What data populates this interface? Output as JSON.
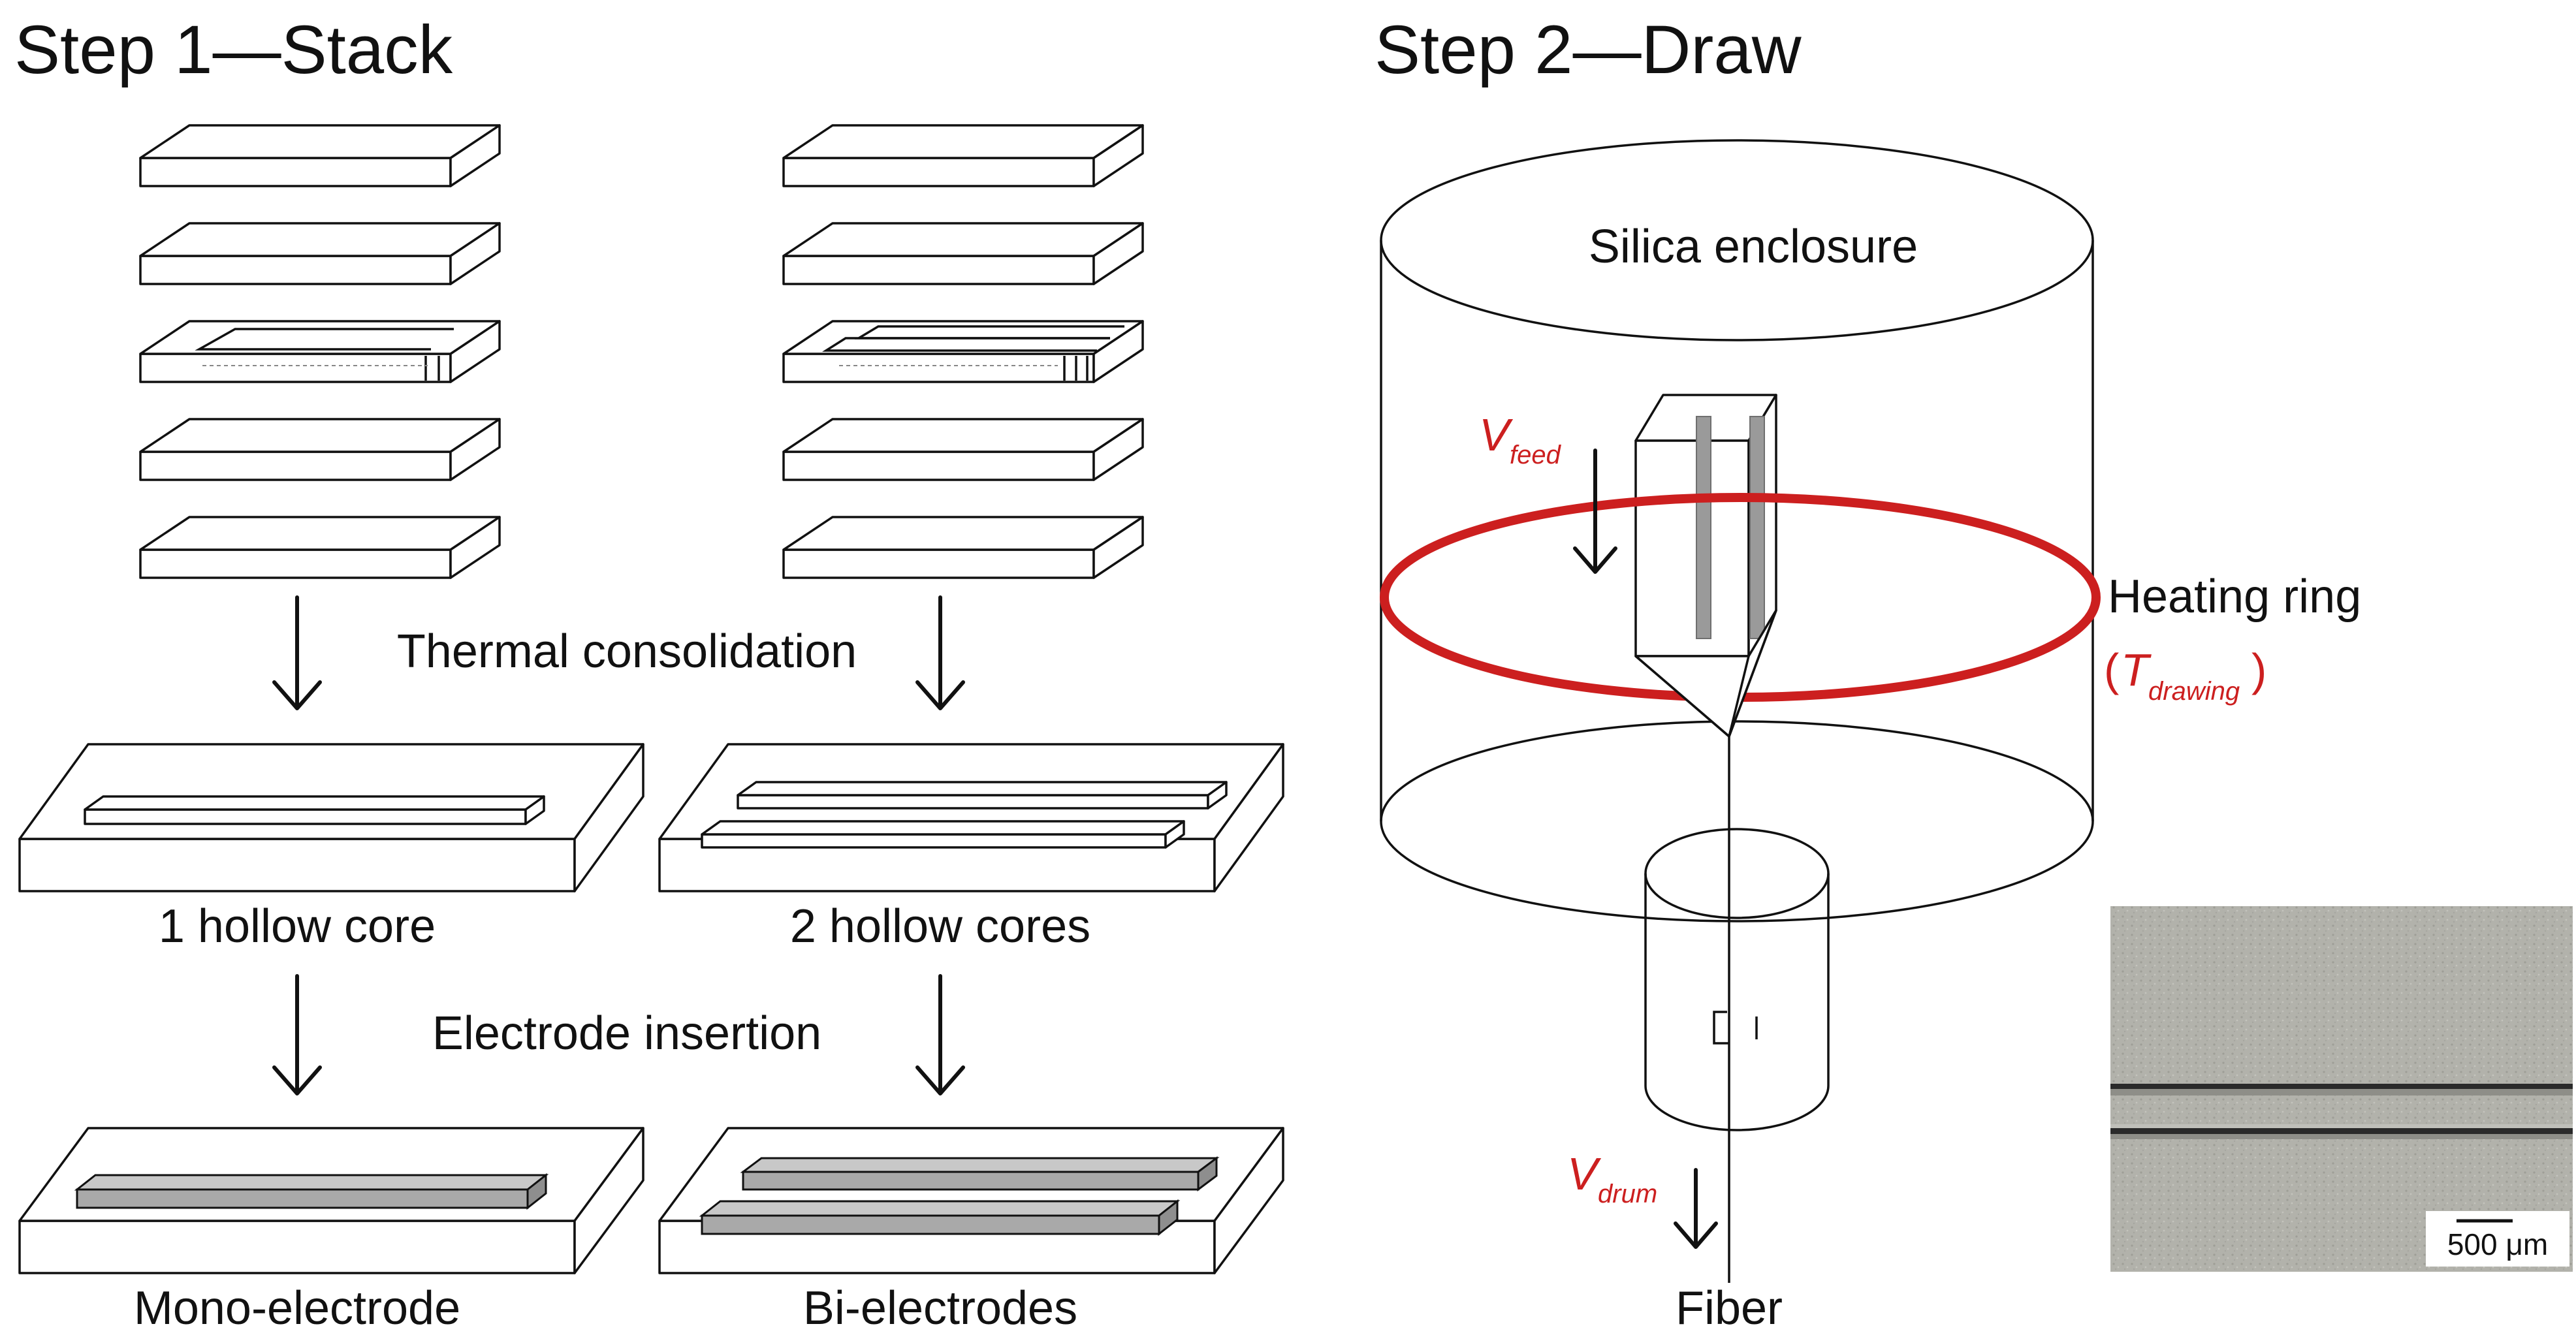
{
  "step1": {
    "title": "Step 1—Stack",
    "consolidation_label": "Thermal consolidation",
    "insertion_label": "Electrode insertion",
    "left_core_label": "1 hollow core",
    "right_core_label": "2 hollow cores",
    "left_electrode_label": "Mono-electrode",
    "right_electrode_label": "Bi-electrodes"
  },
  "step2": {
    "title": "Step 2—Draw",
    "enclosure_label": "Silica enclosure",
    "heating_ring_label": "Heating ring",
    "heating_ring_temp_open": "(",
    "heating_ring_temp_symbol": "T",
    "heating_ring_temp_subscript": "drawing",
    "heating_ring_temp_close": ")",
    "feed_symbol": "V",
    "feed_subscript": "feed",
    "drum_symbol": "V",
    "drum_subscript": "drum",
    "fiber_label": "Fiber"
  },
  "micrograph": {
    "scale_bar_label": "500 μm"
  },
  "colors": {
    "accent_red": "#cc1f1f",
    "line": "#111111",
    "electrode_fill": "#a9a9a9"
  }
}
